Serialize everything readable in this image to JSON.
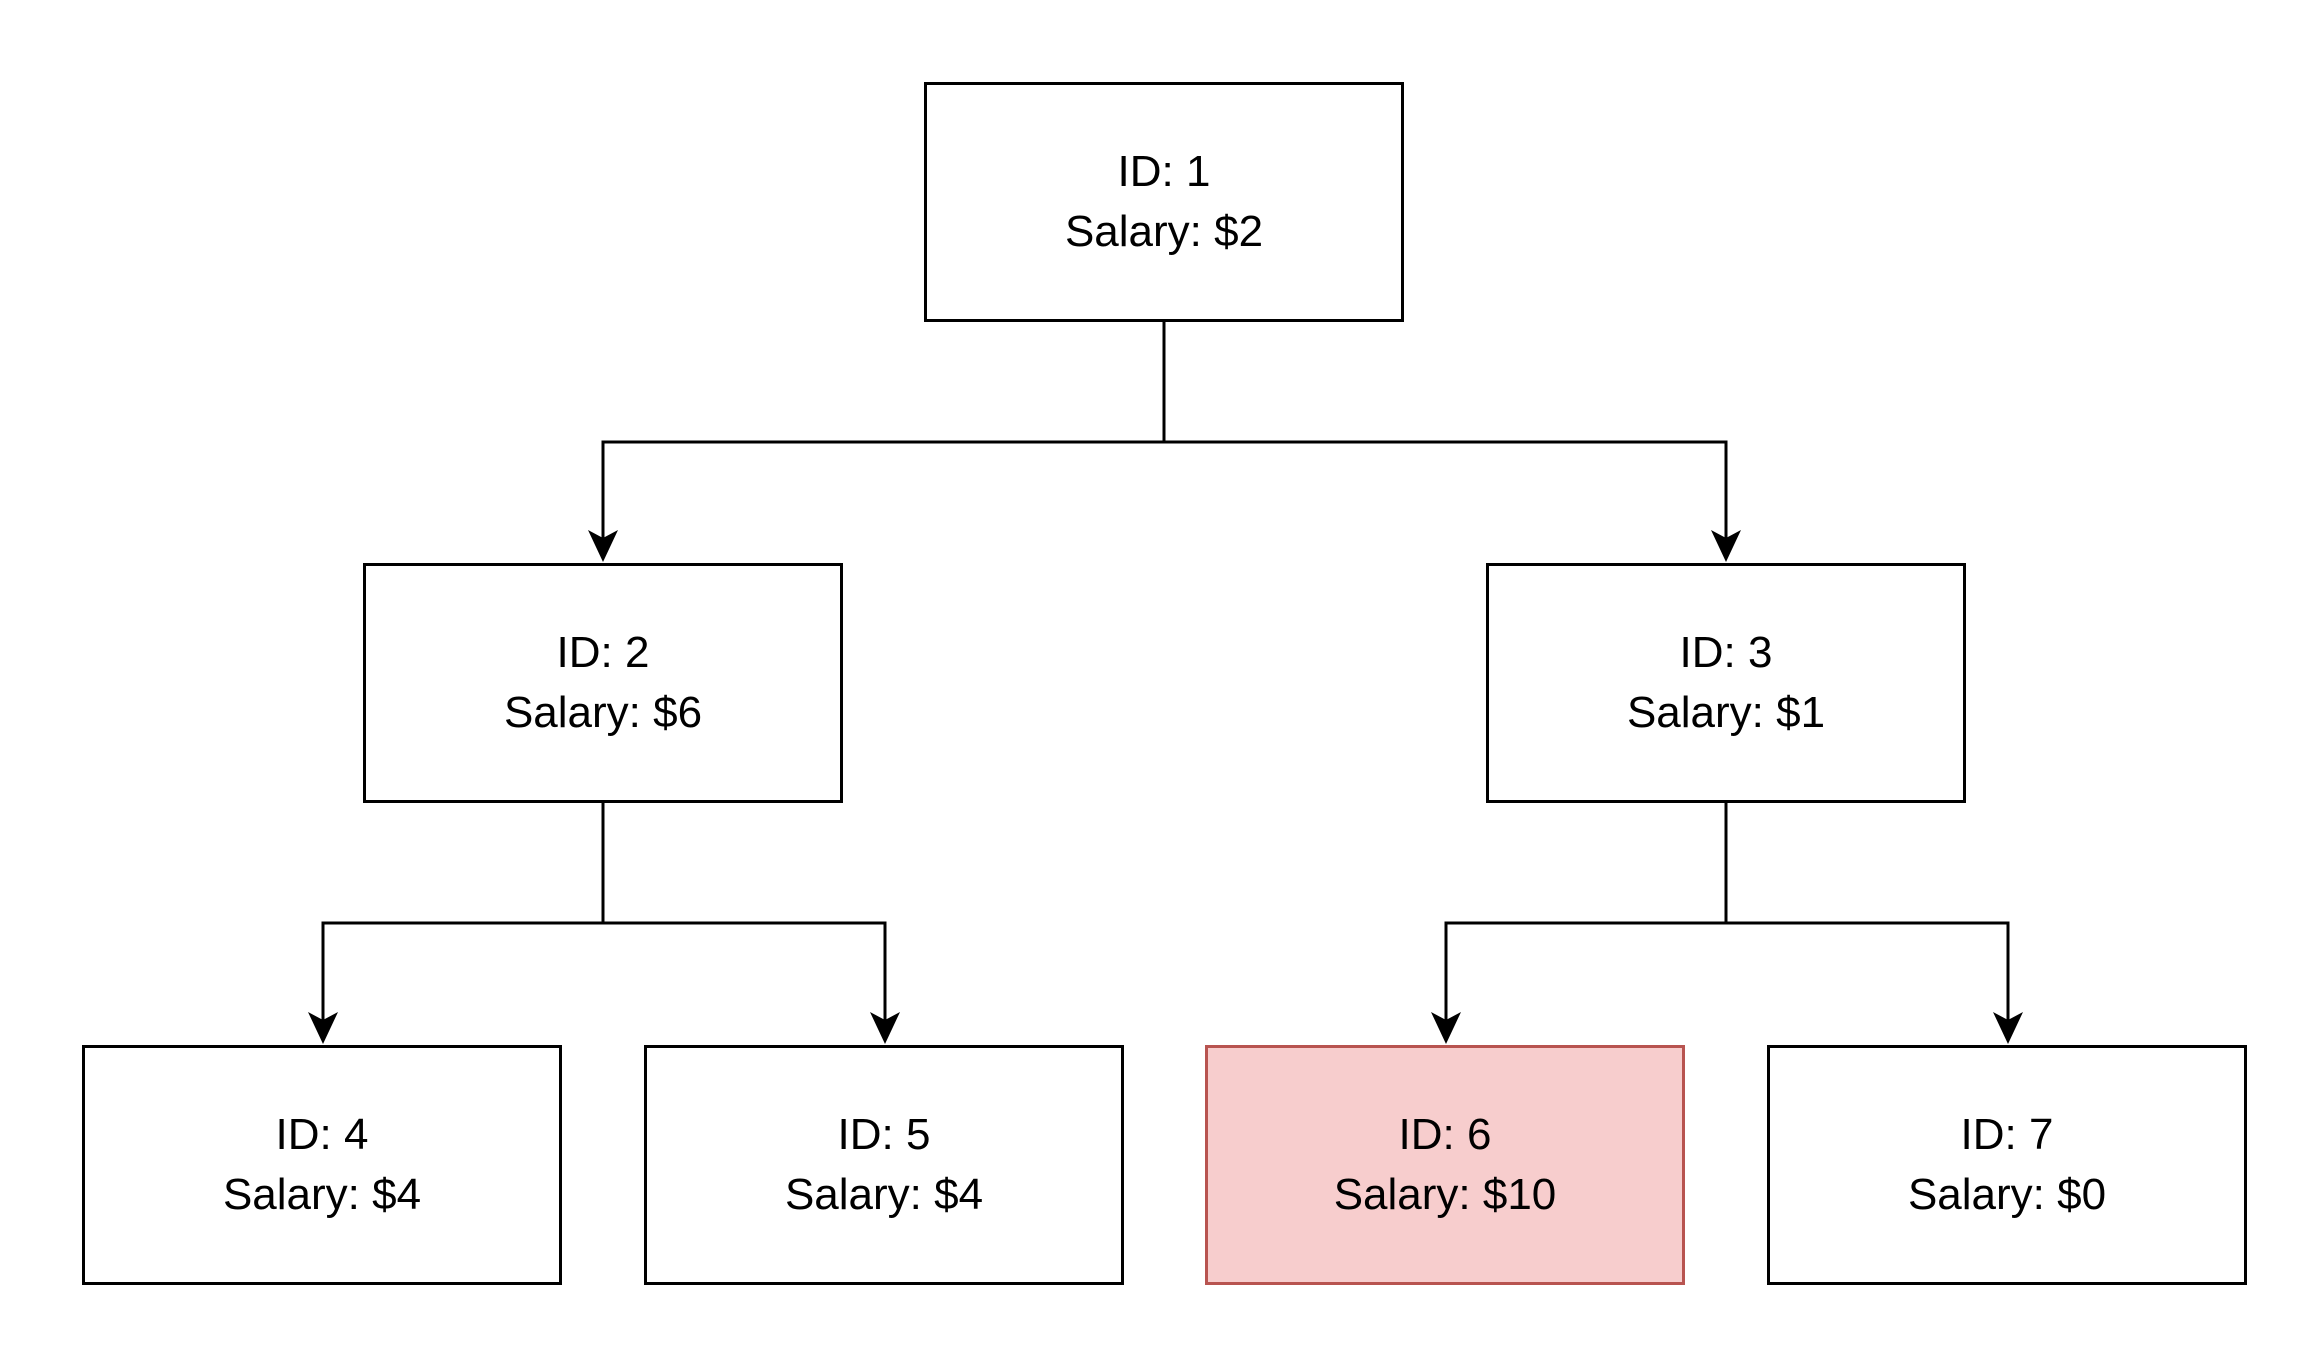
{
  "nodes": [
    {
      "id_label": "ID: 1",
      "salary_label": "Salary: $2"
    },
    {
      "id_label": "ID: 2",
      "salary_label": "Salary: $6"
    },
    {
      "id_label": "ID: 3",
      "salary_label": "Salary: $1"
    },
    {
      "id_label": "ID: 4",
      "salary_label": "Salary: $4"
    },
    {
      "id_label": "ID: 5",
      "salary_label": "Salary: $4"
    },
    {
      "id_label": "ID: 6",
      "salary_label": "Salary: $10"
    },
    {
      "id_label": "ID: 7",
      "salary_label": "Salary: $0"
    }
  ],
  "edges": [
    {
      "from": "ID: 1",
      "to": "ID: 2"
    },
    {
      "from": "ID: 1",
      "to": "ID: 3"
    },
    {
      "from": "ID: 2",
      "to": "ID: 4"
    },
    {
      "from": "ID: 2",
      "to": "ID: 5"
    },
    {
      "from": "ID: 3",
      "to": "ID: 6"
    },
    {
      "from": "ID: 3",
      "to": "ID: 7"
    }
  ],
  "colors": {
    "stroke": "#000000",
    "highlight_fill": "#f7cdcd",
    "highlight_stroke": "#b85450"
  }
}
